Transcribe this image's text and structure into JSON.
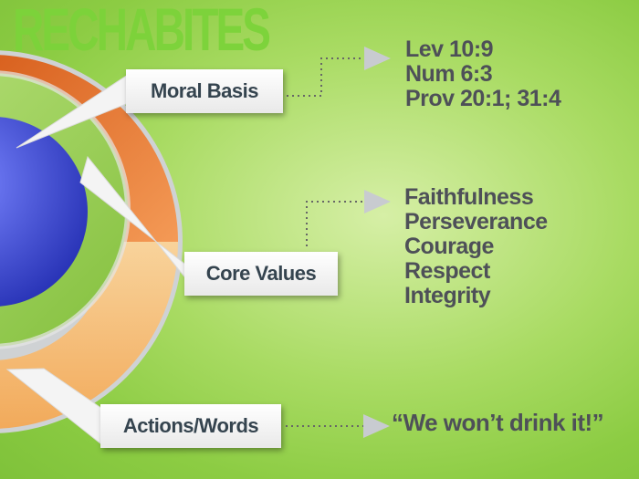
{
  "slide": {
    "title": "RECHABITES",
    "labels": {
      "moral": "Moral Basis",
      "core": "Core Values",
      "actions": "Actions/Words"
    },
    "moral_basis_refs": [
      "Lev 10:9",
      "Num 6:3",
      "Prov 20:1; 31:4"
    ],
    "core_values": [
      "Faithfulness",
      "Perseverance",
      "Courage",
      "Respect",
      "Integrity"
    ],
    "quote": "“We won’t drink it!”"
  },
  "colors": {
    "background": "#a9db63",
    "title": "#7cd33a",
    "label_text": "#35444f",
    "list_text": "#4e5058",
    "ring_outer": "#e8772f",
    "ring_green": "#9ccc52",
    "ring_peach": "#f6c079",
    "center_circle": "#3a47d6",
    "connector": "#666666"
  },
  "icons": [
    "arrow-right-icon",
    "arrow-right-icon",
    "arrow-right-icon"
  ]
}
